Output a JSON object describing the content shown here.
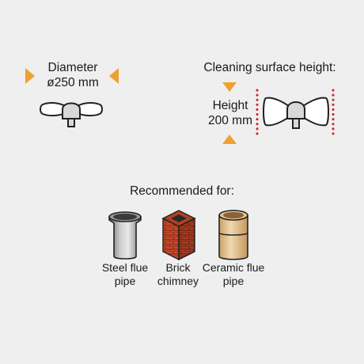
{
  "diameter": {
    "label": "Diameter",
    "value": "ø250 mm"
  },
  "cleaning_surface": {
    "title": "Cleaning surface height:",
    "label": "Height",
    "value": "200 mm"
  },
  "recommended": {
    "title": "Recommended for:",
    "items": [
      {
        "line1": "Steel flue",
        "line2": "pipe",
        "icon": "steel-pipe-icon"
      },
      {
        "line1": "Brick",
        "line2": "chimney",
        "icon": "brick-chimney-icon"
      },
      {
        "line1": "Ceramic flue",
        "line2": "pipe",
        "icon": "ceramic-pipe-icon"
      }
    ]
  },
  "colors": {
    "accent_orange": "#f0a030",
    "dotted_red": "#d0202e",
    "brick": "#c84a2a",
    "ceramic": "#e8c89a"
  }
}
